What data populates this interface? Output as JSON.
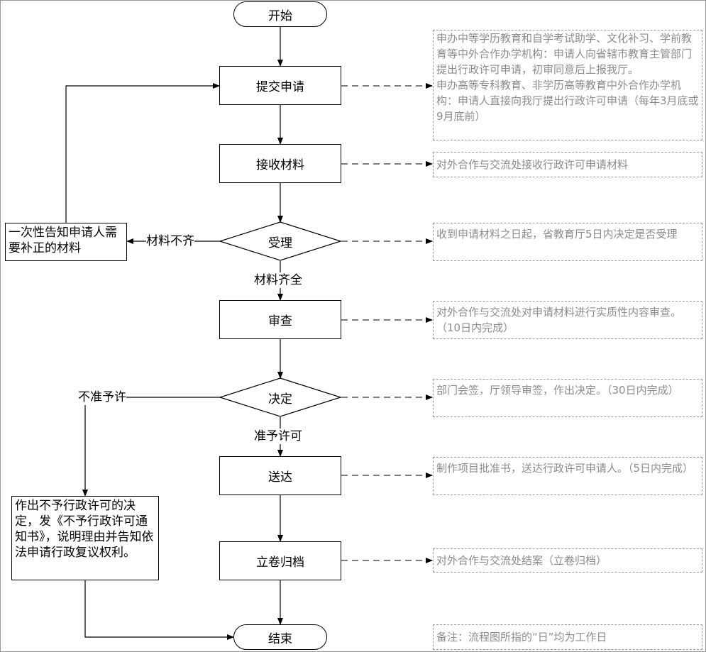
{
  "nodes": {
    "start": "开始",
    "submit": "提交申请",
    "receive": "接收材料",
    "accept": "受理",
    "review": "审查",
    "decide": "决定",
    "deliver": "送达",
    "archive": "立卷归档",
    "end": "结束"
  },
  "left_boxes": {
    "notify_supplement": "一次性告知申请人需要补正的材料",
    "reject_decision": "作出不予行政许可的决定，发《不予行政许可通知书》，说明理由并告知依法申请行政复议权利。"
  },
  "edge_labels": {
    "incomplete": "材料不齐",
    "complete": "材料齐全",
    "not_permit": "不准予许",
    "permit": "准予许可"
  },
  "notes": {
    "submit_1": "申办中等学历教育和自学考试助学、文化补习、学前教育等中外合作办学机构：申请人向省辖市教育主管部门提出行政许可申请，初审同意后上报我厅。",
    "submit_2": "申办高等专科教育、非学历高等教育中外合作办学机构：申请人直接向我厅提出行政许可申请（每年3月底或9月底前）",
    "receive": "对外合作与交流处接收行政许可申请材料",
    "accept": "收到申请材料之日起，省教育厅5日内决定是否受理",
    "review": "对外合作与交流处对申请材料进行实质性内容审查。（10日内完成）",
    "decide": "部门会签，厅领导审签，作出决定。（30日内完成）",
    "deliver": "制作项目批准书，送达行政许可申请人。（5日内完成）",
    "archive": "对外合作与交流处结案（立卷归档）",
    "remark": "备注：流程图所指的“日”均为工作日"
  },
  "colors": {
    "line": "#000000",
    "dash": "#555555",
    "note_border": "#9a9a9a",
    "note_text": "#8c8c8c"
  }
}
